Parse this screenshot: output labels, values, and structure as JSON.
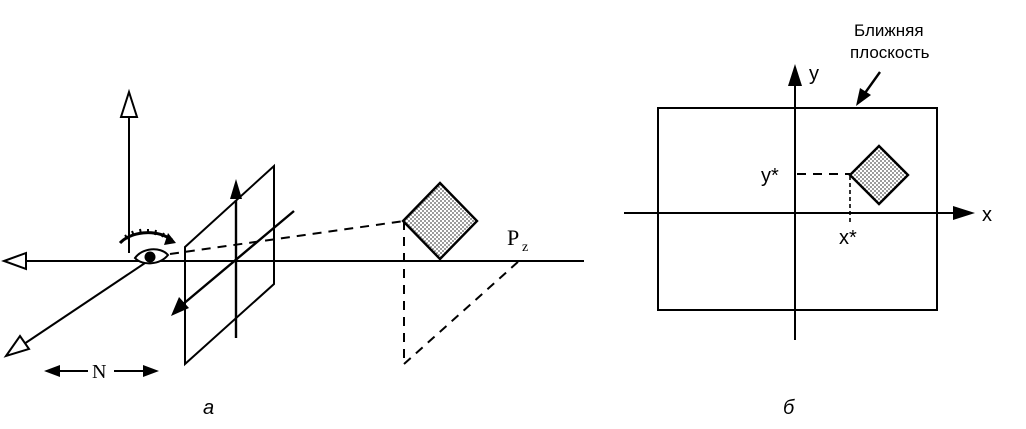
{
  "panel_a": {
    "caption": "а",
    "n_label": "N",
    "p_label": "P",
    "p_subscript": "z"
  },
  "panel_b": {
    "caption": "б",
    "plane_label_line1": "Ближняя",
    "plane_label_line2": "плоскость",
    "x_axis_label": "x",
    "y_axis_label": "y",
    "x_star": "x*",
    "y_star": "y*"
  },
  "colors": {
    "ink": "#000000",
    "fill_dots": "#d8d8d8",
    "background": "#ffffff"
  }
}
